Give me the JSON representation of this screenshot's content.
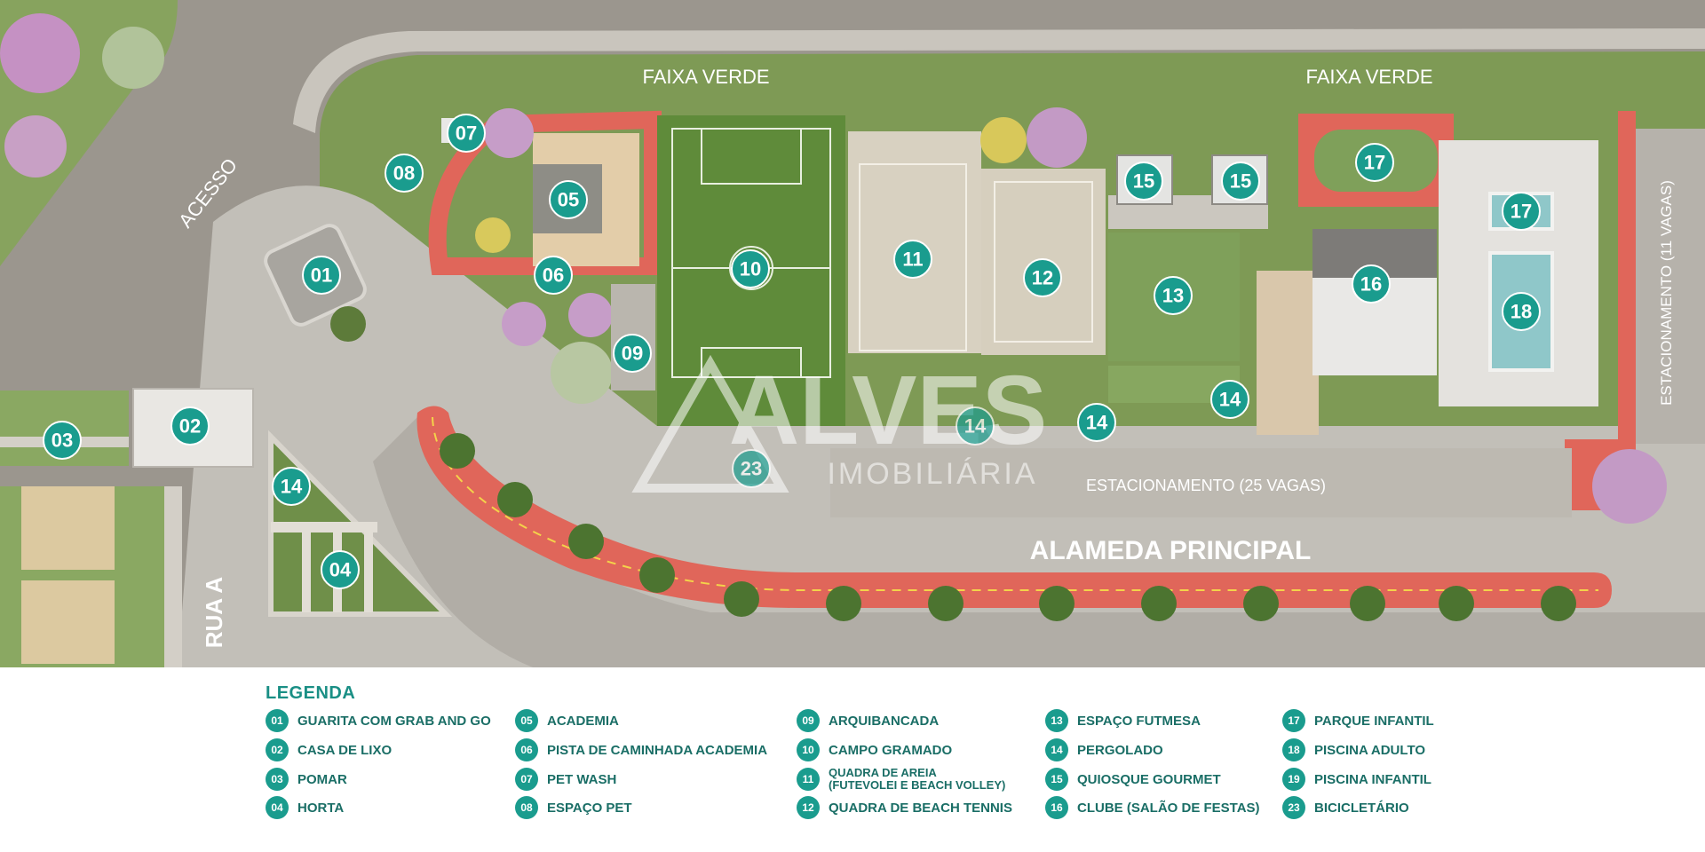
{
  "map": {
    "labels": {
      "faixa_verde_left": "FAIXA VERDE",
      "faixa_verde_right": "FAIXA VERDE",
      "acesso": "ACESSO",
      "rua_a": "RUA A",
      "alameda": "ALAMEDA PRINCIPAL",
      "estacionamento_25": "ESTACIONAMENTO (25 VAGAS)",
      "estacionamento_11": "ESTACIONAMENTO (11 VAGAS)"
    },
    "watermark": {
      "brand": "ALVES",
      "sub": "IMOBILIÁRIA"
    },
    "markers": [
      {
        "id": "01"
      },
      {
        "id": "02"
      },
      {
        "id": "03"
      },
      {
        "id": "04"
      },
      {
        "id": "05"
      },
      {
        "id": "06"
      },
      {
        "id": "07"
      },
      {
        "id": "08"
      },
      {
        "id": "09"
      },
      {
        "id": "10"
      },
      {
        "id": "11"
      },
      {
        "id": "12"
      },
      {
        "id": "13"
      },
      {
        "id": "14"
      },
      {
        "id": "14"
      },
      {
        "id": "14"
      },
      {
        "id": "14"
      },
      {
        "id": "15"
      },
      {
        "id": "15"
      },
      {
        "id": "16"
      },
      {
        "id": "17"
      },
      {
        "id": "17"
      },
      {
        "id": "18"
      },
      {
        "id": "23"
      }
    ]
  },
  "legend": {
    "title": "LEGENDA",
    "items": [
      {
        "num": "01",
        "label": "GUARITA COM GRAB AND GO"
      },
      {
        "num": "02",
        "label": "CASA DE LIXO"
      },
      {
        "num": "03",
        "label": "POMAR"
      },
      {
        "num": "04",
        "label": "HORTA"
      },
      {
        "num": "05",
        "label": "ACADEMIA"
      },
      {
        "num": "06",
        "label": "PISTA DE CAMINHADA ACADEMIA"
      },
      {
        "num": "07",
        "label": "PET WASH"
      },
      {
        "num": "08",
        "label": "ESPAÇO PET"
      },
      {
        "num": "09",
        "label": "ARQUIBANCADA"
      },
      {
        "num": "10",
        "label": "CAMPO GRAMADO"
      },
      {
        "num": "11",
        "label": "QUADRA DE AREIA\n(FUTEVOLEI E BEACH VOLLEY)"
      },
      {
        "num": "12",
        "label": "QUADRA DE BEACH TENNIS"
      },
      {
        "num": "13",
        "label": "ESPAÇO FUTMESA"
      },
      {
        "num": "14",
        "label": "PERGOLADO"
      },
      {
        "num": "15",
        "label": "QUIOSQUE GOURMET"
      },
      {
        "num": "16",
        "label": "CLUBE (SALÃO DE FESTAS)"
      },
      {
        "num": "17",
        "label": "PARQUE INFANTIL"
      },
      {
        "num": "18",
        "label": "PISCINA ADULTO"
      },
      {
        "num": "19",
        "label": "PISCINA INFANTIL"
      },
      {
        "num": "23",
        "label": "BICICLETÁRIO"
      }
    ]
  }
}
